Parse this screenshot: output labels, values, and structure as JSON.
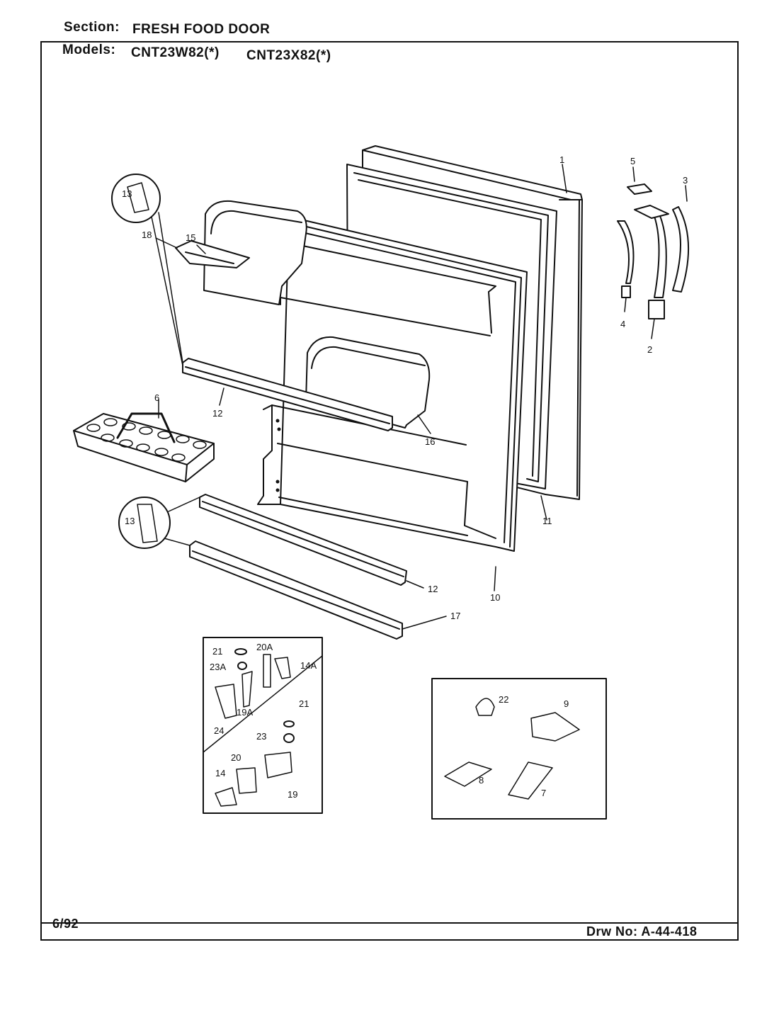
{
  "header": {
    "section_label": "Section:",
    "section_value": "FRESH FOOD DOOR",
    "models_label": "Models:",
    "models": [
      "CNT23W82(*)",
      "CNT23X82(*)"
    ]
  },
  "footer": {
    "date": "6/92",
    "drawing_number": "Drw No: A-44-418"
  },
  "callouts": {
    "p1": "1",
    "p2": "2",
    "p3": "3",
    "p4": "4",
    "p5": "5",
    "p6": "6",
    "p7": "7",
    "p8": "8",
    "p9": "9",
    "p10": "10",
    "p11": "11",
    "p12a": "12",
    "p12b": "12",
    "p13a": "13",
    "p13b": "13",
    "p14": "14",
    "p14A": "14A",
    "p15": "15",
    "p16": "16",
    "p17": "17",
    "p18": "18",
    "p19": "19",
    "p19A": "19A",
    "p20": "20",
    "p20A": "20A",
    "p21a": "21",
    "p21b": "21",
    "p22": "22",
    "p23": "23",
    "p23A": "23A",
    "p24": "24"
  }
}
